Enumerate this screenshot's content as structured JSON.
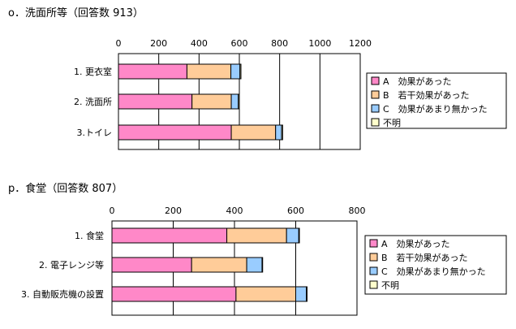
{
  "chart_data": [
    {
      "type": "bar",
      "stacked": true,
      "orientation": "horizontal",
      "title": "o．洗面所等（回答数 913）",
      "categories": [
        "1. 更衣室",
        "2. 洗面所",
        "3.トイレ"
      ],
      "series": [
        {
          "name": "A　効果があった",
          "color": "#ff88c8",
          "values": [
            340,
            365,
            560
          ]
        },
        {
          "name": "B　若干効果があった",
          "color": "#ffcc99",
          "values": [
            218,
            195,
            220
          ]
        },
        {
          "name": "C　効果があまり無かった",
          "color": "#99ccff",
          "values": [
            45,
            35,
            30
          ]
        },
        {
          "name": "不明",
          "color": "#ffffcc",
          "values": [
            5,
            5,
            5
          ]
        }
      ],
      "xlim": [
        0,
        1200
      ],
      "xticks": [
        "0",
        "200",
        "400",
        "600",
        "800",
        "1000",
        "1200"
      ],
      "grid": true,
      "legend_position": "right"
    },
    {
      "type": "bar",
      "stacked": true,
      "orientation": "horizontal",
      "title": "p．食堂（回答数 807）",
      "categories": [
        "1. 食堂",
        "2. 電子レンジ等",
        "3. 自動販売機の設置"
      ],
      "series": [
        {
          "name": "A　効果があった",
          "color": "#ff88c8",
          "values": [
            375,
            260,
            405
          ]
        },
        {
          "name": "B　若干効果があった",
          "color": "#ffcc99",
          "values": [
            195,
            180,
            195
          ]
        },
        {
          "name": "C　効果があまり無かった",
          "color": "#99ccff",
          "values": [
            40,
            50,
            35
          ]
        },
        {
          "name": "不明",
          "color": "#ffffcc",
          "values": [
            2,
            2,
            2
          ]
        }
      ],
      "xlim": [
        0,
        800
      ],
      "xticks": [
        "0",
        "200",
        "400",
        "600",
        "800"
      ],
      "grid": true,
      "legend_position": "right"
    }
  ]
}
